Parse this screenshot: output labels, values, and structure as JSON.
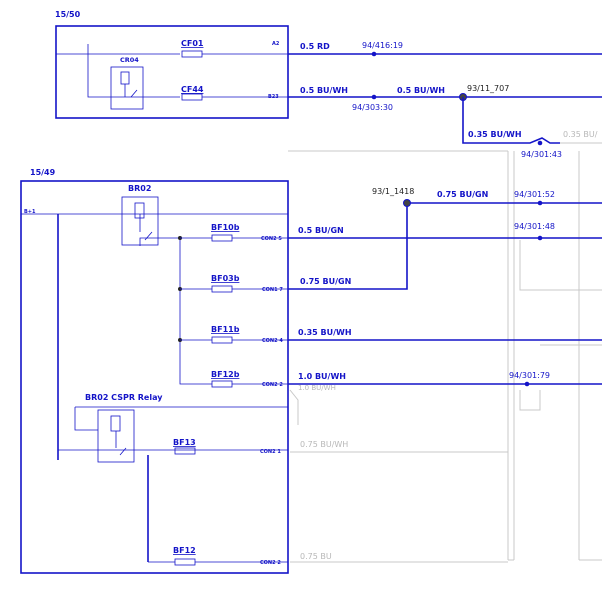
{
  "supplies": {
    "top": "15/50",
    "bottom": "15/49"
  },
  "relays": {
    "cr04": "CR04",
    "br02": "BR02",
    "br02_cspr": "BR02 CSPR Relay"
  },
  "fuses": {
    "cf01": "CF01",
    "cf44": "CF44",
    "bf10b": "BF10b",
    "bf03b": "BF03b",
    "bf11b": "BF11b",
    "bf12b": "BF12b",
    "bf13": "BF13",
    "bf12": "BF12"
  },
  "pins": {
    "a2": "A2",
    "b23": "B23",
    "con2_5": "CON2 5",
    "con1_7": "CON1 7",
    "con2_4": "CON2 4",
    "con2_2a": "CON2 2",
    "con2_1": "CON2 1",
    "con2_2b": "CON2 2",
    "b1": "B+1"
  },
  "wires": {
    "w_rd": "0.5 RD",
    "w_bu_wh_1": "0.5 BU/WH",
    "w_bu_wh_2": "0.5 BU/WH",
    "w_035_bu_wh": "0.35 BU/WH",
    "w_035_bu_faded": "0.35 BU/",
    "w_075_bu_gn_top": "0.75 BU/GN",
    "w_05_bu_gn": "0.5 BU/GN",
    "w_075_bu_gn": "0.75 BU/GN",
    "w_035_bu_wh_b": "0.35 BU/WH",
    "w_10_bu_wh": "1.0 BU/WH",
    "w_075_bu_wh": "0.75 BU/WH",
    "w_075_bu": "0.75 BU"
  },
  "splices": {
    "s_94_416_19": "94/416:19",
    "s_94_303_30": "94/303:30",
    "s_93_11_707": "93/11_707",
    "s_94_301_43": "94/301:43",
    "s_93_1_1418": "93/1_1418",
    "s_94_301_52": "94/301:52",
    "s_94_301_48": "94/301:48",
    "s_94_301_79": "94/301:79"
  }
}
